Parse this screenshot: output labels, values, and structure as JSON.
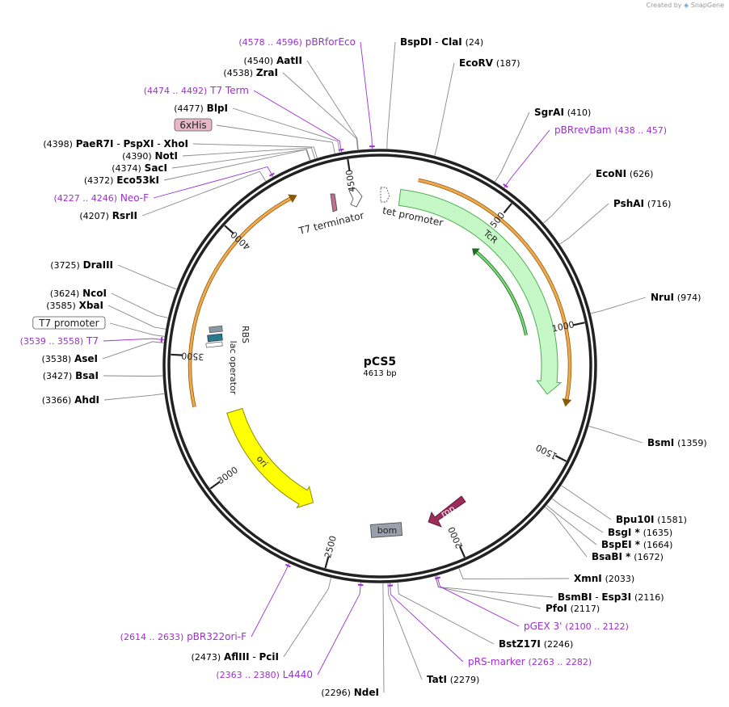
{
  "credit": {
    "prefix": "Created by",
    "brand": "SnapGene"
  },
  "plasmid": {
    "name": "pCS5",
    "size_label": "4613 bp",
    "length": 4613
  },
  "colors": {
    "primer": "#9b30d0",
    "enzyme": "#000000",
    "leader": "#888888",
    "tcr_fill": "#c6f7c6",
    "tcr_stroke": "#4caf50",
    "orf_fill": "#f0a850",
    "orf_stroke": "#8a5a00",
    "ori_fill": "#ffff00",
    "rop_fill": "#9b2c5c",
    "bom_fill": "#9aa0aa"
  },
  "ticks": [
    {
      "pos": 500,
      "label": "500"
    },
    {
      "pos": 1000,
      "label": "1000"
    },
    {
      "pos": 1500,
      "label": "1500"
    },
    {
      "pos": 2000,
      "label": "2000"
    },
    {
      "pos": 2500,
      "label": "2500"
    },
    {
      "pos": 3000,
      "label": "3000"
    },
    {
      "pos": 3500,
      "label": "3500"
    },
    {
      "pos": 4000,
      "label": "4000"
    },
    {
      "pos": 4500,
      "label": "4500"
    }
  ],
  "right_labels": [
    {
      "pos": 24,
      "type": "enzyme",
      "name": "BspDI",
      "name2": "ClaI",
      "coord": "(24)"
    },
    {
      "pos": 187,
      "type": "enzyme",
      "name": "EcoRV",
      "coord": "(187)"
    },
    {
      "pos": 410,
      "type": "enzyme",
      "name": "SgrAI",
      "coord": "(410)"
    },
    {
      "pos": 447,
      "type": "primer",
      "name": "pBRrevBam",
      "coord": "(438 .. 457)"
    },
    {
      "pos": 626,
      "type": "enzyme",
      "name": "EcoNI",
      "coord": "(626)"
    },
    {
      "pos": 716,
      "type": "enzyme",
      "name": "PshAI",
      "coord": "(716)"
    },
    {
      "pos": 974,
      "type": "enzyme",
      "name": "NruI",
      "coord": "(974)"
    },
    {
      "pos": 1359,
      "type": "enzyme",
      "name": "BsmI",
      "coord": "(1359)"
    },
    {
      "pos": 1581,
      "type": "enzyme",
      "name": "Bpu10I",
      "coord": "(1581)"
    },
    {
      "pos": 1635,
      "type": "enzyme",
      "name": "BsgI *",
      "coord": "(1635)"
    },
    {
      "pos": 1664,
      "type": "enzyme",
      "name": "BspEI *",
      "coord": "(1664)"
    },
    {
      "pos": 1672,
      "type": "enzyme",
      "name": "BsaBI *",
      "coord": "(1672)"
    },
    {
      "pos": 2033,
      "type": "enzyme",
      "name": "XmnI",
      "coord": "(2033)"
    },
    {
      "pos": 2116,
      "type": "enzyme",
      "name": "BsmBI",
      "name2": "Esp3I",
      "coord": "(2116)"
    },
    {
      "pos": 2117,
      "type": "enzyme",
      "name": "PfoI",
      "coord": "(2117)"
    },
    {
      "pos": 2111,
      "type": "primer",
      "name": "pGEX 3'",
      "coord": "(2100 .. 2122)"
    },
    {
      "pos": 2246,
      "type": "enzyme",
      "name": "BstZ17I",
      "coord": "(2246)"
    },
    {
      "pos": 2272,
      "type": "primer",
      "name": "pRS-marker",
      "coord": "(2263 .. 2282)"
    },
    {
      "pos": 2279,
      "type": "enzyme",
      "name": "TatI",
      "coord": "(2279)"
    }
  ],
  "left_labels": [
    {
      "pos": 4587,
      "type": "primer",
      "name": "pBRforEco",
      "coord": "(4578 .. 4596)"
    },
    {
      "pos": 4540,
      "type": "enzyme",
      "name": "AatII",
      "coord": "(4540)"
    },
    {
      "pos": 4538,
      "type": "enzyme",
      "name": "ZraI",
      "coord": "(4538)"
    },
    {
      "pos": 4483,
      "type": "primer",
      "name": "T7 Term",
      "coord": "(4474 .. 4492)"
    },
    {
      "pos": 4477,
      "type": "enzyme",
      "name": "BlpI",
      "coord": "(4477)"
    },
    {
      "pos": 4460,
      "type": "boxed",
      "name": "6xHis",
      "fill": "#e8b8c8"
    },
    {
      "pos": 4398,
      "type": "enzyme",
      "name": "PaeR7I",
      "name2": "PspXI",
      "name3": "XhoI",
      "coord": "(4398)"
    },
    {
      "pos": 4390,
      "type": "enzyme",
      "name": "NotI",
      "coord": "(4390)"
    },
    {
      "pos": 4374,
      "type": "enzyme",
      "name": "SacI",
      "coord": "(4374)"
    },
    {
      "pos": 4372,
      "type": "enzyme",
      "name": "Eco53kI",
      "coord": "(4372)"
    },
    {
      "pos": 4236,
      "type": "primer",
      "name": "Neo-F",
      "coord": "(4227 .. 4246)"
    },
    {
      "pos": 4207,
      "type": "enzyme",
      "name": "RsrII",
      "coord": "(4207)"
    },
    {
      "pos": 3725,
      "type": "enzyme",
      "name": "DraIII",
      "coord": "(3725)"
    },
    {
      "pos": 3624,
      "type": "enzyme",
      "name": "NcoI",
      "coord": "(3624)"
    },
    {
      "pos": 3585,
      "type": "enzyme",
      "name": "XbaI",
      "coord": "(3585)"
    },
    {
      "pos": 3560,
      "type": "boxed",
      "name": "T7 promoter",
      "fill": "#ffffff"
    },
    {
      "pos": 3548,
      "type": "primer",
      "name": "T7",
      "coord": "(3539 .. 3558)"
    },
    {
      "pos": 3538,
      "type": "enzyme",
      "name": "AseI",
      "coord": "(3538)"
    },
    {
      "pos": 3427,
      "type": "enzyme",
      "name": "BsaI",
      "coord": "(3427)"
    },
    {
      "pos": 3366,
      "type": "enzyme",
      "name": "AhdI",
      "coord": "(3366)"
    },
    {
      "pos": 2623,
      "type": "primer",
      "name": "pBR322ori-F",
      "coord": "(2614 .. 2633)"
    },
    {
      "pos": 2473,
      "type": "enzyme",
      "name": "AflIII",
      "name2": "PciI",
      "coord": "(2473)"
    },
    {
      "pos": 2371,
      "type": "primer",
      "name": "L4440",
      "coord": "(2363 .. 2380)"
    },
    {
      "pos": 2296,
      "type": "enzyme",
      "name": "NdeI",
      "coord": "(2296)"
    }
  ],
  "features": {
    "tcr": {
      "label": "TcR",
      "start": 86,
      "end": 1276
    },
    "tcr_orf": {
      "start": 150,
      "end": 1300
    },
    "tcr_inner": {
      "start": 1000,
      "end": 500
    },
    "lac_orf": {
      "start": 3300,
      "end": 4270
    },
    "ori": {
      "label": "ori",
      "start": 3240,
      "end": 2640
    },
    "rop": {
      "label": "rop"
    },
    "bom": {
      "label": "bom"
    },
    "inner_labels": [
      {
        "key": "t7term",
        "text": "T7 terminator"
      },
      {
        "key": "tetprom",
        "text": "tet promoter"
      },
      {
        "key": "rbs",
        "text": "RBS"
      },
      {
        "key": "lacop",
        "text": "lac operator"
      }
    ]
  }
}
